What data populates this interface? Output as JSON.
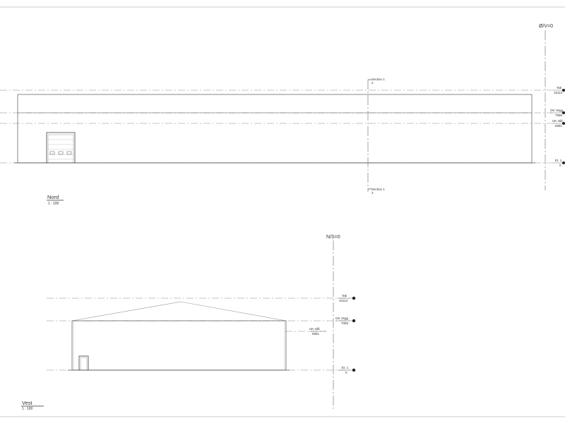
{
  "north_elevation": {
    "view_title": "Nord",
    "scale": "1 : 100",
    "grid_label": "Ø/V=0",
    "section_top": {
      "name": "Section 1",
      "number": "2"
    },
    "section_bottom": {
      "name": "Section 1",
      "number": "2"
    },
    "levels": [
      {
        "name": "Tak",
        "elevation": "10113"
      },
      {
        "name": "OK Vegg",
        "elevation": "7058"
      },
      {
        "name": "UK stål",
        "elevation": "5581"
      },
      {
        "name": "Et. 1",
        "elevation": "0"
      }
    ]
  },
  "west_elevation": {
    "view_title": "Vest",
    "scale": "1 : 100",
    "grid_label": "N/S=0",
    "levels": [
      {
        "name": "Tak",
        "elevation": "10113"
      },
      {
        "name": "OK Vegg",
        "elevation": "7058"
      },
      {
        "name": "UK stål",
        "elevation": "5581"
      },
      {
        "name": "Et. 1",
        "elevation": "0"
      }
    ]
  }
}
